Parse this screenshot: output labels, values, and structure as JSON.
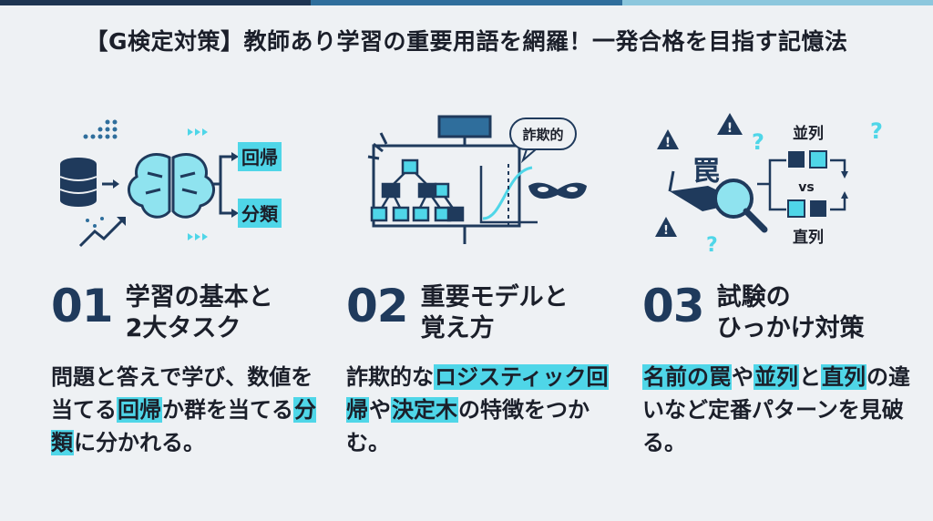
{
  "title": "【G検定対策】教師あり学習の重要用語を網羅！一発合格を目指す記憶法",
  "colors": {
    "navy": "#1f3a5c",
    "accent": "#4fd6e8",
    "background": "#eef1f4"
  },
  "sections": [
    {
      "number": "01",
      "title_lines": [
        "学習の基本と",
        "2大タスク"
      ],
      "icons": [
        "database-icon",
        "brain-icon",
        "chart-trend-icon"
      ],
      "tags": [
        "回帰",
        "分類"
      ],
      "body": [
        {
          "t": "問題と答えで学び、"
        },
        {
          "t": "数値を当てる"
        },
        {
          "t": "回帰",
          "hl": true
        },
        {
          "t": "か"
        },
        {
          "t": "群を当てる"
        },
        {
          "t": "分類",
          "hl": true
        },
        {
          "t": "に分かれる。"
        }
      ]
    },
    {
      "number": "02",
      "title_lines": [
        "重要モデルと",
        "覚え方"
      ],
      "icons": [
        "decision-tree-icon",
        "sigmoid-curve-icon",
        "mask-icon"
      ],
      "bubble": "詐欺的",
      "body": [
        {
          "t": "詐欺的な"
        },
        {
          "t": "ロジスティック回帰",
          "hl": true
        },
        {
          "t": "や"
        },
        {
          "t": "決定木",
          "hl": true
        },
        {
          "t": "の特徴をつかむ。"
        }
      ]
    },
    {
      "number": "03",
      "title_lines": [
        "試験の",
        "ひっかけ対策"
      ],
      "icons": [
        "warning-icon",
        "magnifier-icon",
        "question-icon"
      ],
      "trap": "罠",
      "labels": {
        "top": "並列",
        "vs": "vs",
        "bottom": "直列"
      },
      "body": [
        {
          "t": "名前の罠",
          "hl": true
        },
        {
          "t": "や"
        },
        {
          "t": "並列",
          "hl": true
        },
        {
          "t": "と"
        },
        {
          "t": "直列",
          "hl": true
        },
        {
          "t": "の違いなど定番パターンを見破る。"
        }
      ]
    }
  ]
}
